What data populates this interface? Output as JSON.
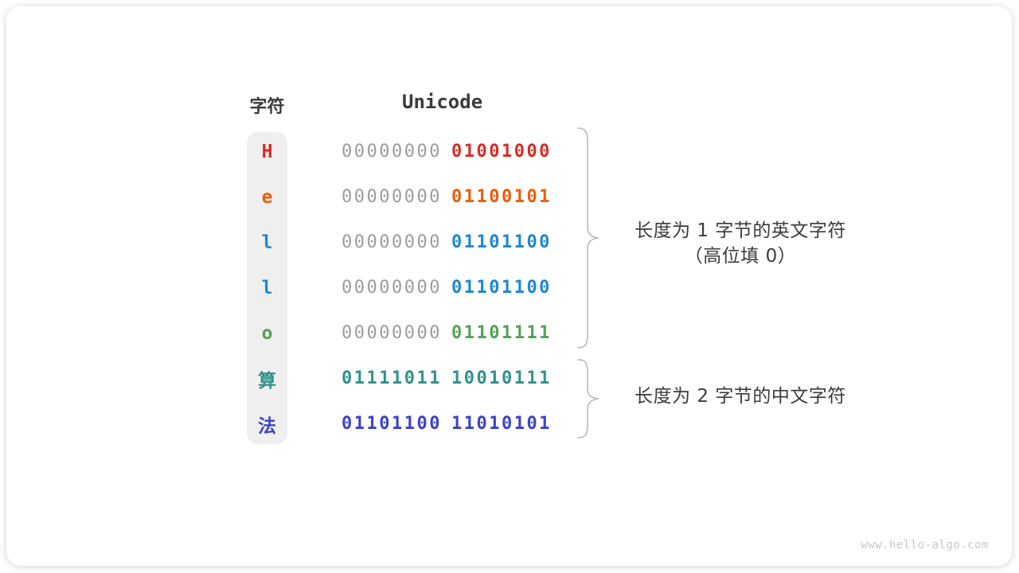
{
  "table": {
    "char_header": "字符",
    "unicode_header": "Unicode",
    "gray_byte_color": "#9c9c9c",
    "rows": [
      {
        "char": "H",
        "high_byte": "00000000",
        "low_byte": "01001000",
        "color": "#d62c24",
        "high_byte_gray": true
      },
      {
        "char": "e",
        "high_byte": "00000000",
        "low_byte": "01100101",
        "color": "#ea5d0b",
        "high_byte_gray": true
      },
      {
        "char": "l",
        "high_byte": "00000000",
        "low_byte": "01101100",
        "color": "#1d87d4",
        "high_byte_gray": true
      },
      {
        "char": "l",
        "high_byte": "00000000",
        "low_byte": "01101100",
        "color": "#1d87d4",
        "high_byte_gray": true
      },
      {
        "char": "o",
        "high_byte": "00000000",
        "low_byte": "01101111",
        "color": "#55a055",
        "high_byte_gray": true
      },
      {
        "char": "算",
        "high_byte": "01111011",
        "low_byte": "10010111",
        "color": "#31918b",
        "high_byte_gray": false
      },
      {
        "char": "法",
        "high_byte": "01101100",
        "low_byte": "11010101",
        "color": "#3943c8",
        "high_byte_gray": false
      }
    ]
  },
  "annotations": [
    {
      "lines": [
        "长度为 1 字节的英文字符",
        "（高位填 0）"
      ]
    },
    {
      "lines": [
        "长度为 2 字节的中文字符"
      ]
    }
  ],
  "watermark": "www.hello-algo.com"
}
